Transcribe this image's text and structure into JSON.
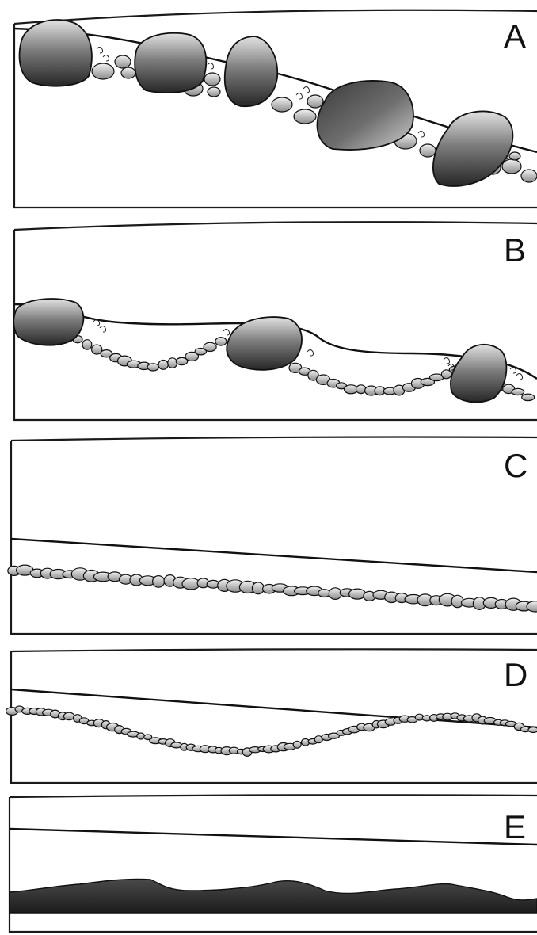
{
  "panels": [
    {
      "id": "A",
      "label": "A"
    },
    {
      "id": "B",
      "label": "B"
    },
    {
      "id": "C",
      "label": "C"
    },
    {
      "id": "D",
      "label": "D"
    },
    {
      "id": "E",
      "label": "E"
    }
  ],
  "colors": {
    "ink": "#111111",
    "stone_dark": "#3a3a3a",
    "stone_mid": "#7a7a7a",
    "stone_light": "#d8d8d8",
    "bedrock": "#262626",
    "background": "#ffffff"
  }
}
